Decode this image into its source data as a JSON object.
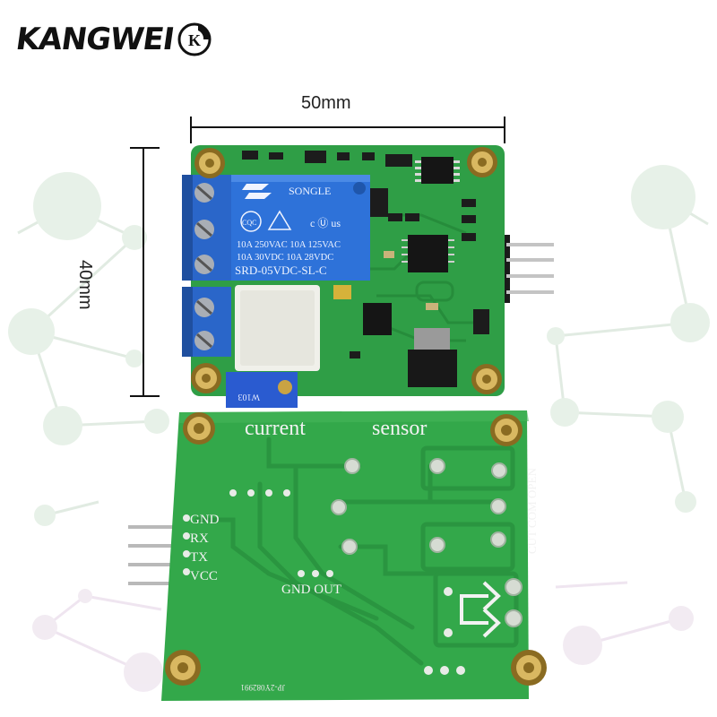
{
  "brand": {
    "name": "KANGWEI",
    "mark": "K"
  },
  "dimensions": {
    "width_label": "50mm",
    "height_label": "40mm"
  },
  "relay": {
    "brand": "SONGLE",
    "rating_line1": "10A 250VAC 10A 125VAC",
    "rating_line2": "10A  30VDC 10A  28VDC",
    "model": "SRD-05VDC-SL-C",
    "cqc": "CQC",
    "ul": "c Ⓤ us"
  },
  "pot": {
    "label": "W103"
  },
  "back_board": {
    "title_left": "current",
    "title_right": "sensor",
    "pins": [
      "GND",
      "RX",
      "TX",
      "VCC"
    ],
    "out_label": "GND OUT",
    "terminal_label": "CUT COM OPEN",
    "part_code": "JP-2Y082991"
  }
}
